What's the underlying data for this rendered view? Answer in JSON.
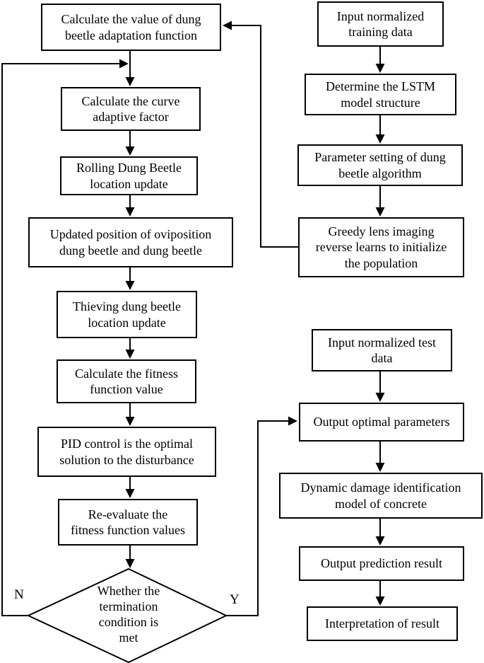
{
  "figure": {
    "background": "#ffffff",
    "line_color": "#000000",
    "left_boxes": [
      {
        "label": "Calculate the value of dung\nbeetle adaptation function"
      },
      {
        "label": "Calculate the curve\nadaptive factor"
      },
      {
        "label": "Rolling Dung Beetle\nlocation update"
      },
      {
        "label": "Updated position of oviposition\ndung beetle and dung beetle"
      },
      {
        "label": "Thieving dung beetle\nlocation update"
      },
      {
        "label": "Calculate the fitness\nfunction value"
      },
      {
        "label": "PID control is the optimal\nsolution to the disturbance"
      },
      {
        "label": "Re-evaluate the\nfitness function values"
      }
    ],
    "decision": {
      "label": "Whether the\ntermination\ncondition is\nmet",
      "no": "N",
      "yes": "Y"
    },
    "right_boxes": [
      {
        "label": "Input normalized\ntraining data"
      },
      {
        "label": "Determine the LSTM\nmodel structure"
      },
      {
        "label": "Parameter setting of dung\nbeetle algorithm"
      },
      {
        "label": "Greedy lens imaging\nreverse learns to initialize\nthe population"
      },
      {
        "label": "Input normalized test\ndata"
      },
      {
        "label": "Output optimal parameters"
      },
      {
        "label": "Dynamic damage identification\nmodel of concrete"
      },
      {
        "label": "Output prediction result"
      },
      {
        "label": "Interpretation of result"
      }
    ]
  }
}
